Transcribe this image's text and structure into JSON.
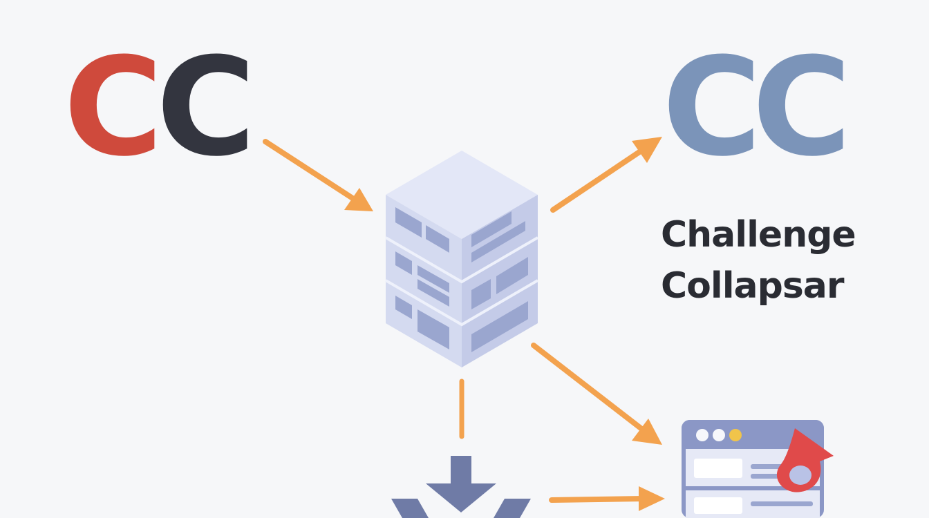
{
  "logo_source": {
    "letters": [
      "C",
      "C"
    ],
    "colors": [
      "#cf4a3c",
      "#33353f"
    ]
  },
  "logo_target": {
    "letters": [
      "C",
      "C"
    ],
    "colors": [
      "#7b94b9",
      "#7b94b9"
    ]
  },
  "caption": {
    "line1": "Challenge",
    "line2": "Collapsar",
    "color": "#2a2c33"
  },
  "colors": {
    "arrow": "#f3a24e",
    "server_top": "#e3e7f7",
    "server_left": "#d4daf0",
    "server_right": "#c4cbe8",
    "server_detail": "#9aa6cf",
    "browser_frame": "#8b97c6",
    "browser_body": "#e6e9f6",
    "browser_dot": "#f6f7fb",
    "browser_dot_accent": "#f1c44a",
    "marker": "#e04a4a",
    "filter": "#6f7ba6"
  },
  "icons": {
    "server": "server-stack-icon",
    "browser": "browser-window-icon",
    "marker": "marker-pin-icon",
    "filter": "filter-funnel-icon"
  }
}
